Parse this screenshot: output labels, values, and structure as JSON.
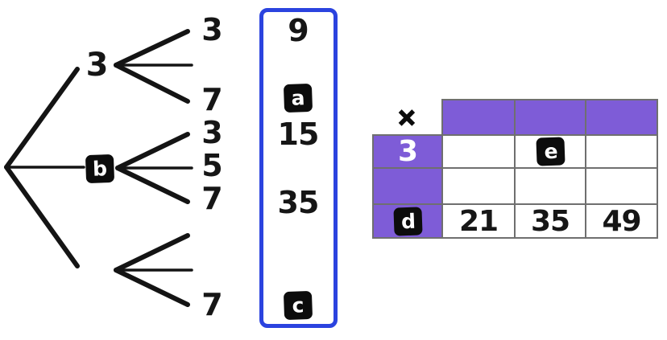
{
  "colors": {
    "accent_blue": "#2B43DF",
    "table_purple": "#7E5CD7",
    "grid_gray": "#6F6F6F",
    "ink": "#161616",
    "tag_black": "#0C0C0C"
  },
  "tree": {
    "parent_top": "3",
    "parent_middle_tag": "b",
    "fan_top": {
      "leaf1": "3",
      "leaf3": "7"
    },
    "fan_middle": {
      "leaf1": "3",
      "leaf2": "5",
      "leaf3": "7"
    },
    "fan_bottom": {
      "leaf3": "7"
    }
  },
  "products_box": {
    "value1": "9",
    "tag_a": "a",
    "value2": "15",
    "value3": "35",
    "tag_c": "c"
  },
  "mult_table": {
    "operator": "×",
    "row_headers": {
      "r1": "3",
      "r3_tag": "d"
    },
    "body": {
      "r1c2_tag": "e",
      "r3c1": "21",
      "r3c2": "35",
      "r3c3": "49"
    }
  }
}
